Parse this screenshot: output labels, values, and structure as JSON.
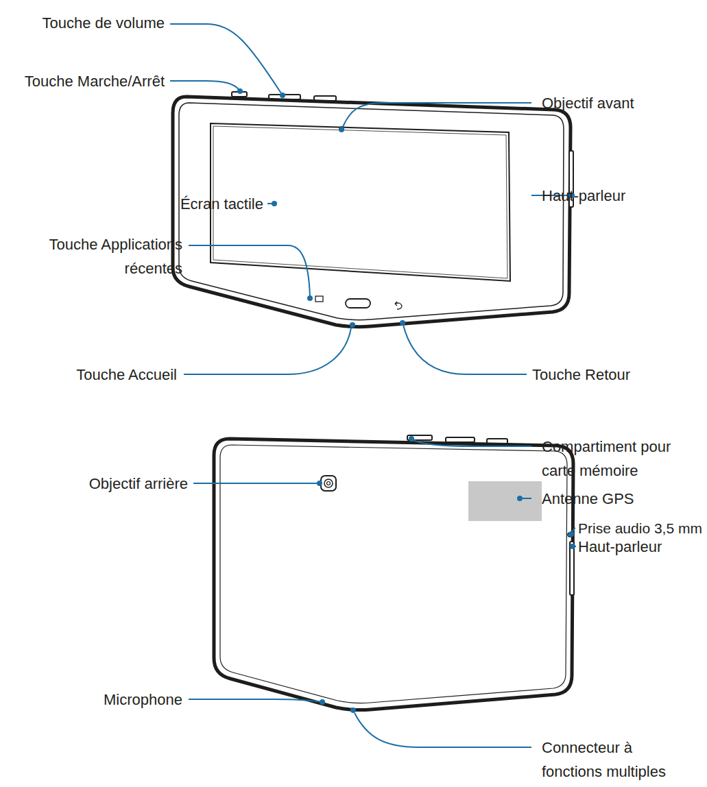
{
  "diagram": {
    "labels": [
      "Touche de volume",
      "Touche Marche/Arrêt",
      "Objectif avant",
      "Haut-parleur",
      "Écran tactile",
      "Touche Applications récentes",
      "Touche Accueil",
      "Touche Retour",
      "Compartiment pour carte mémoire",
      "Antenne GPS",
      "Objectif arrière",
      "Prise audio 3,5 mm",
      "Haut-parleur",
      "Microphone",
      "Connecteur à fonctions multiples"
    ]
  }
}
